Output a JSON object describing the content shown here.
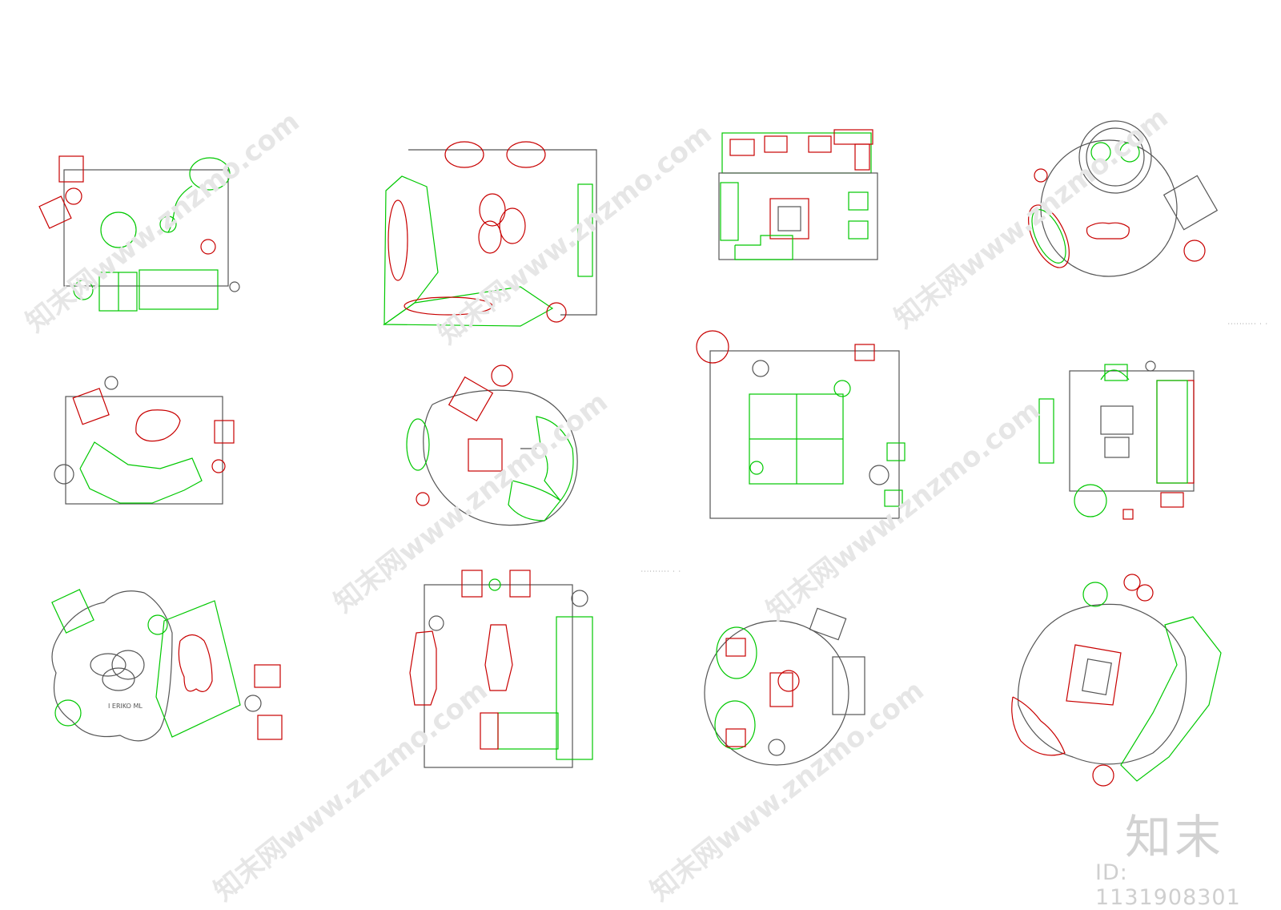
{
  "watermark": {
    "site_text": "知末网www.znzmo.com",
    "logo_text": "知末",
    "id_text": "ID: 1131908301"
  },
  "labels": {
    "plan_label_1": "I ERIKO ML",
    "tiny_note_1": "·········· · ·",
    "tiny_note_2": "·········· · ·"
  },
  "colors": {
    "line_green": "#00c800",
    "line_red": "#c80000",
    "line_gray": "#555555",
    "background": "#ffffff"
  }
}
